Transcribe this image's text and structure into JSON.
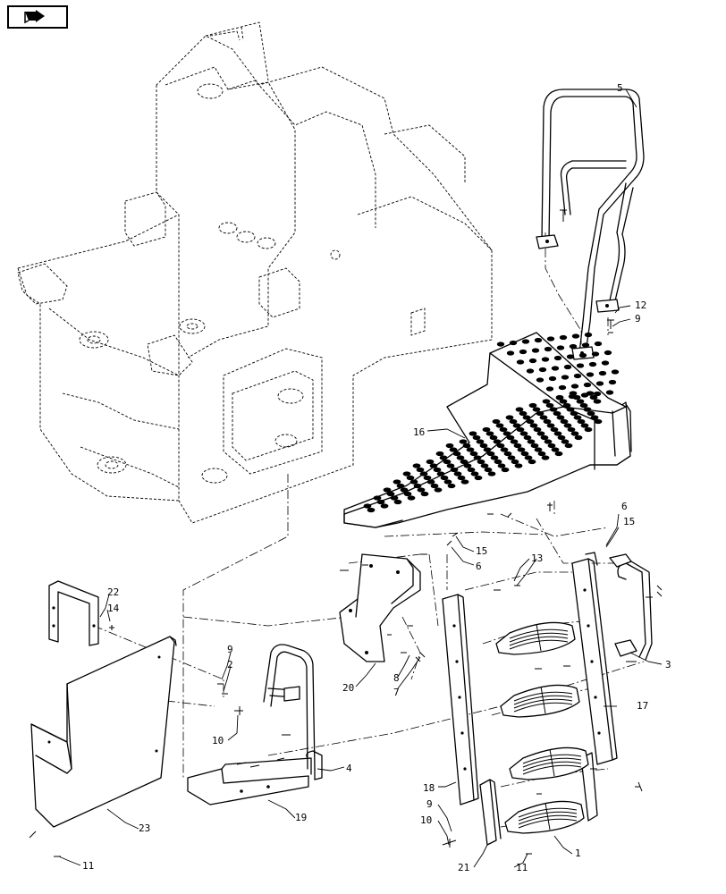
{
  "callouts": {
    "c1": "1",
    "c2": "2",
    "c3": "3",
    "c4": "4",
    "c5": "5",
    "c6a": "6",
    "c6b": "6",
    "c7": "7",
    "c8": "8",
    "c9a": "9",
    "c9b": "9",
    "c9c": "9",
    "c10a": "10",
    "c10b": "10",
    "c11a": "11",
    "c11b": "11",
    "c12": "12",
    "c13": "13",
    "c14": "14",
    "c15a": "15",
    "c15b": "15",
    "c16": "16",
    "c17": "17",
    "c18": "18",
    "c19": "19",
    "c20": "20",
    "c21": "21",
    "c22": "22",
    "c23": "23"
  },
  "nav_icon": "return-arrow-icon"
}
